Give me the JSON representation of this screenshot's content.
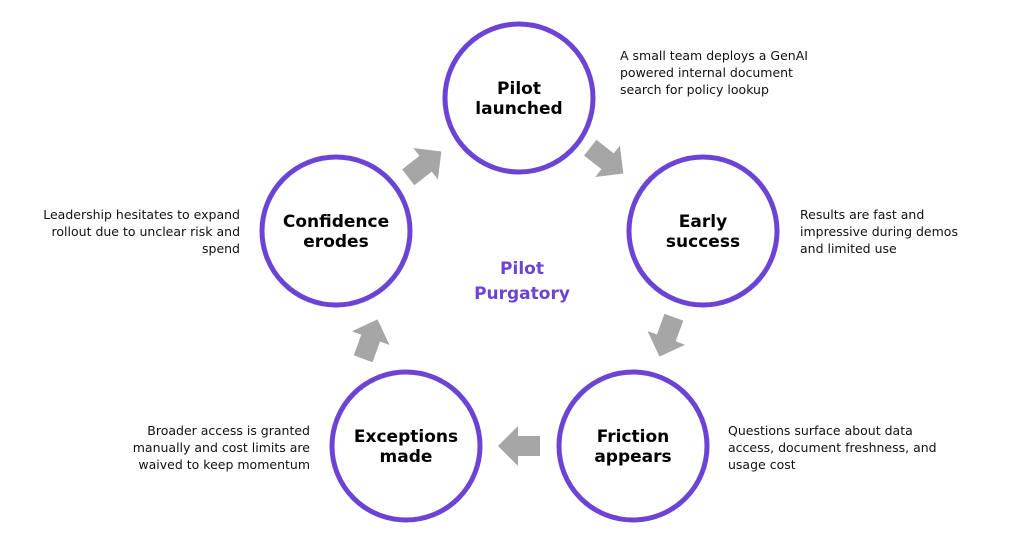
{
  "colors": {
    "accent": "#6B44D6",
    "arrow": "#A6A6A6",
    "text": "#000000"
  },
  "center_title": [
    "Pilot",
    "Purgatory"
  ],
  "stages": [
    {
      "id": "pilot-launched",
      "title": [
        "Pilot",
        "launched"
      ],
      "description": "A small team deploys a GenAI powered internal document search for policy lookup"
    },
    {
      "id": "early-success",
      "title": [
        "Early",
        "success"
      ],
      "description": "Results are fast and impressive during demos and limited use"
    },
    {
      "id": "friction-appears",
      "title": [
        "Friction",
        "appears"
      ],
      "description": "Questions surface about data access, document freshness, and usage cost"
    },
    {
      "id": "exceptions-made",
      "title": [
        "Exceptions",
        "made"
      ],
      "description": "Broader access is granted manually and cost limits are waived to keep momentum"
    },
    {
      "id": "confidence-erodes",
      "title": [
        "Confidence",
        "erodes"
      ],
      "description": "Leadership hesitates to expand rollout due to unclear risk and spend"
    }
  ],
  "flow": [
    "pilot-launched",
    "early-success",
    "friction-appears",
    "exceptions-made",
    "confidence-erodes",
    "pilot-launched"
  ]
}
